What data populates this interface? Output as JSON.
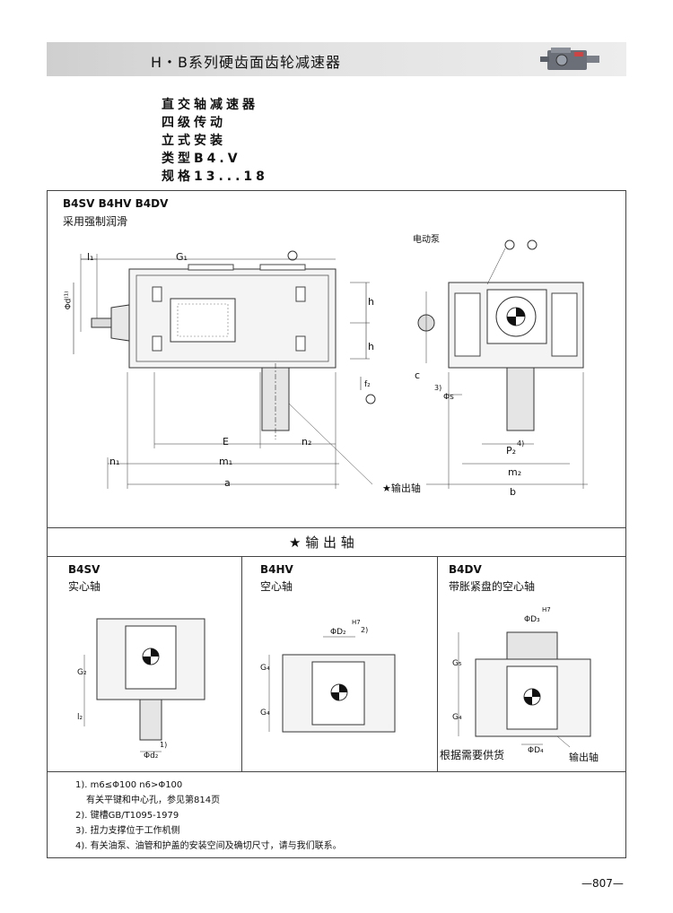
{
  "header": {
    "title": "H・B系列硬齿面齿轮减速器"
  },
  "subtitle_lines": [
    "直交轴减速器",
    "四级传动",
    "立式安装",
    "类型B4.V",
    "规格13...18"
  ],
  "top_section": {
    "heading": "B4SV B4HV B4DV",
    "subheading": "采用强制润滑",
    "labels": {
      "l1": "l₁",
      "G1": "G₁",
      "phi_d1": "Φd⁽¹⁾",
      "h_upper": "h",
      "h_lower": "h",
      "f2": "f₂",
      "E": "E",
      "n2": "n₂",
      "n1": "n₁",
      "m1": "m₁",
      "a": "a",
      "pump": "电动泵",
      "c": "c",
      "note3": "3)",
      "phi_s": "Φs",
      "p2": "P₂",
      "note4": "4)",
      "m2": "m₂",
      "b": "b",
      "output_shaft": "★输出轴"
    }
  },
  "output_section": {
    "title": "★   输   出   轴"
  },
  "variants": [
    {
      "code": "B4SV",
      "desc": "实心轴",
      "labels": {
        "G2": "G₂",
        "l2": "l₂",
        "phi_d2": "Φd₂",
        "note1": "1)"
      }
    },
    {
      "code": "B4HV",
      "desc": "空心轴",
      "labels": {
        "phi_D2": "ΦD₂",
        "h7": "H7",
        "note2": "2)",
        "G4a": "G₄",
        "G4b": "G₄"
      }
    },
    {
      "code": "B4DV",
      "desc": "带胀紧盘的空心轴",
      "labels": {
        "phi_D3": "ΦD₃",
        "h7": "H7",
        "G5": "G₅",
        "G4": "G₄",
        "phi_D4": "ΦD₄",
        "supply": "根据需要供货",
        "output": "输出轴"
      }
    }
  ],
  "notes": [
    "1). m6≤Φ100  n6>Φ100",
    "有关平键和中心孔，参见第814页",
    "2). 键槽GB/T1095-1979",
    "3). 扭力支撑位于工作机侧",
    "4). 有关油泵、油管和护盖的安装空间及确切尺寸，请与我们联系。"
  ],
  "page_number": "—807—",
  "colors": {
    "header_band": "#d9d9d9",
    "line": "#444444",
    "gear_fill": "#f4f4f4"
  }
}
